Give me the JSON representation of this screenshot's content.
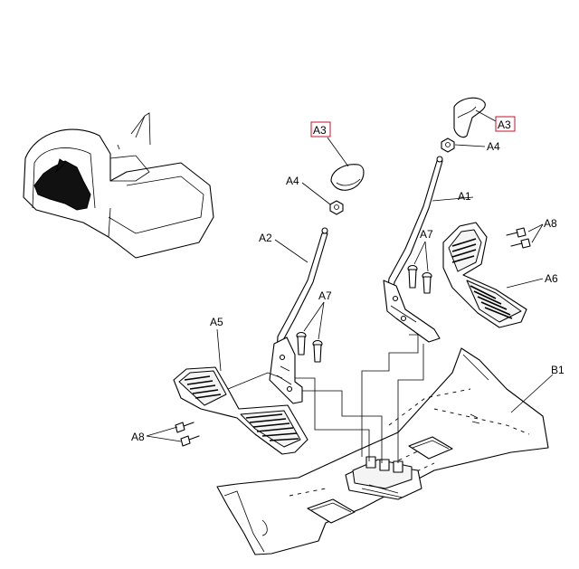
{
  "callouts": {
    "a1": "A1",
    "a2": "A2",
    "a3_left": "A3",
    "a3_right": "A3",
    "a4_left": "A4",
    "a4_right": "A4",
    "a5": "A5",
    "a6": "A6",
    "a7_left": "A7",
    "a7_right": "A7",
    "a8_left": "A8",
    "a8_right": "A8",
    "b1": "B1"
  },
  "highlight_color": "#c8102e"
}
